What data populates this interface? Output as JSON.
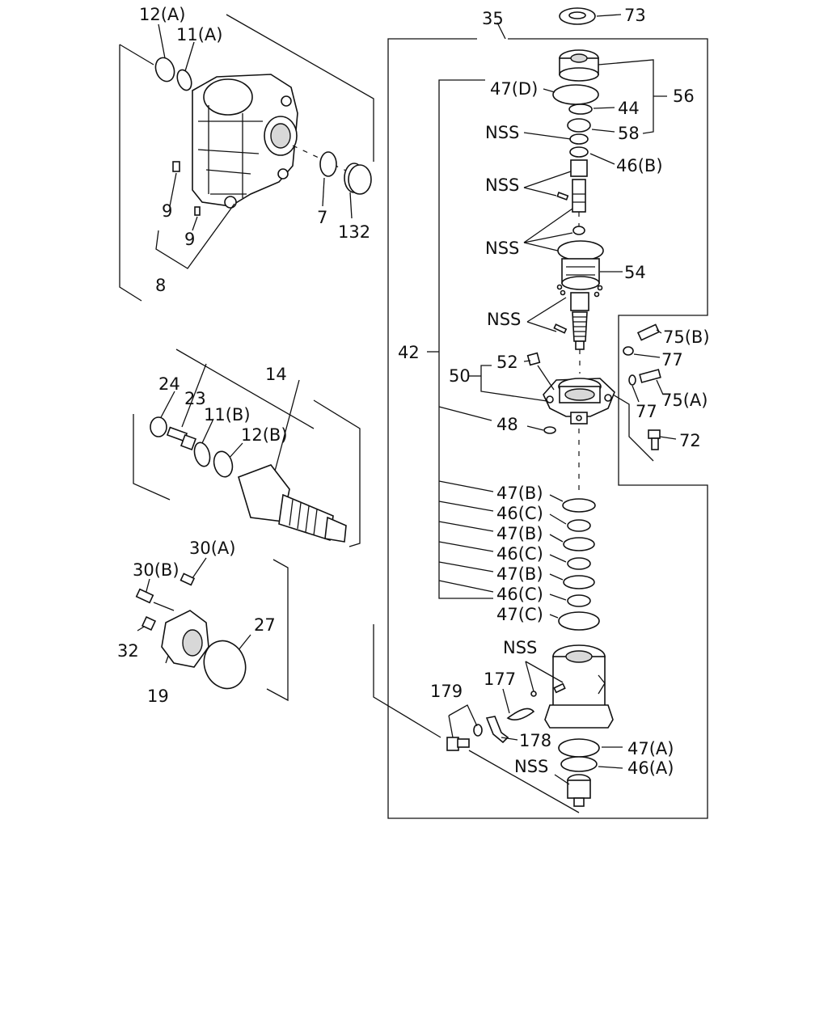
{
  "labels": {
    "l12a": "12(A)",
    "l11a": "11(A)",
    "l9a": "9",
    "l9b": "9",
    "l8": "8",
    "l7": "7",
    "l132": "132",
    "l24": "24",
    "l23": "23",
    "l14": "14",
    "l11b": "11(B)",
    "l12b": "12(B)",
    "l30a": "30(A)",
    "l30b": "30(B)",
    "l32": "32",
    "l19": "19",
    "l27": "27",
    "l35": "35",
    "l73": "73",
    "l47d": "47(D)",
    "l44": "44",
    "l56": "56",
    "l58": "58",
    "lnss1": "NSS",
    "l46b": "46(B)",
    "lnss2": "NSS",
    "lnss3": "NSS",
    "l54": "54",
    "lnss4": "NSS",
    "l42": "42",
    "l75b": "75(B)",
    "l77a": "77",
    "l52": "52",
    "l50": "50",
    "l75a": "75(A)",
    "l77b": "77",
    "l48": "48",
    "l72": "72",
    "l47b1": "47(B)",
    "l46c1": "46(C)",
    "l47b2": "47(B)",
    "l46c2": "46(C)",
    "l47b3": "47(B)",
    "l46c3": "46(C)",
    "l47c": "47(C)",
    "lnss5": "NSS",
    "l177": "177",
    "l179": "179",
    "l178": "178",
    "l47a": "47(A)",
    "l46a": "46(A)",
    "lnss6": "NSS"
  }
}
